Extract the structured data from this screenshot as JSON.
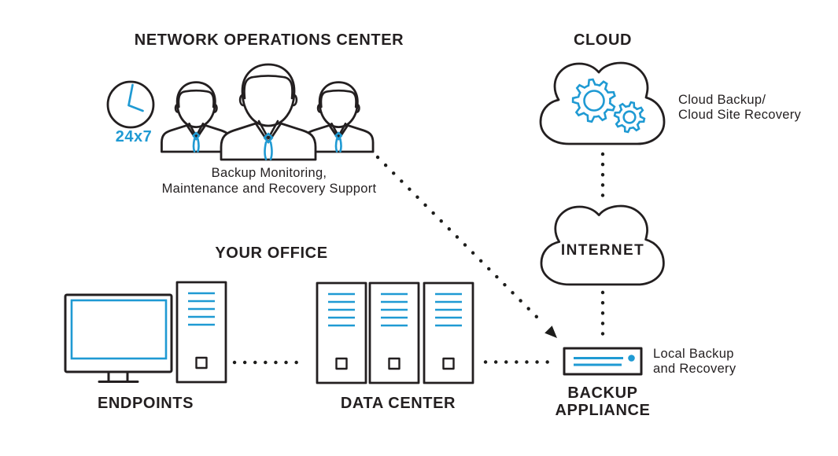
{
  "palette": {
    "ink": "#231f20",
    "accent": "#1f9ad3",
    "background": "#ffffff"
  },
  "noc": {
    "title": "NETWORK OPERATIONS CENTER",
    "availability": "24x7",
    "caption_line1": "Backup Monitoring,",
    "caption_line2": "Maintenance and Recovery Support"
  },
  "cloud": {
    "title": "CLOUD",
    "caption_line1": "Cloud Backup/",
    "caption_line2": "Cloud Site Recovery"
  },
  "internet": {
    "label": "INTERNET"
  },
  "office": {
    "title": "YOUR OFFICE",
    "endpoints_label": "ENDPOINTS",
    "datacenter_label": "DATA CENTER"
  },
  "appliance": {
    "label_line1": "BACKUP",
    "label_line2": "APPLIANCE",
    "caption_line1": "Local Backup",
    "caption_line2": "and Recovery"
  },
  "icons": {
    "clock": "clock-icon",
    "team": "noc-team-icon",
    "gears": "gears-icon",
    "cloud": "cloud-icon",
    "internet_cloud": "internet-cloud-icon",
    "monitor": "monitor-icon",
    "server_tower": "server-tower-icon",
    "backup_appliance": "appliance-icon",
    "arrow": "arrowhead-icon"
  }
}
